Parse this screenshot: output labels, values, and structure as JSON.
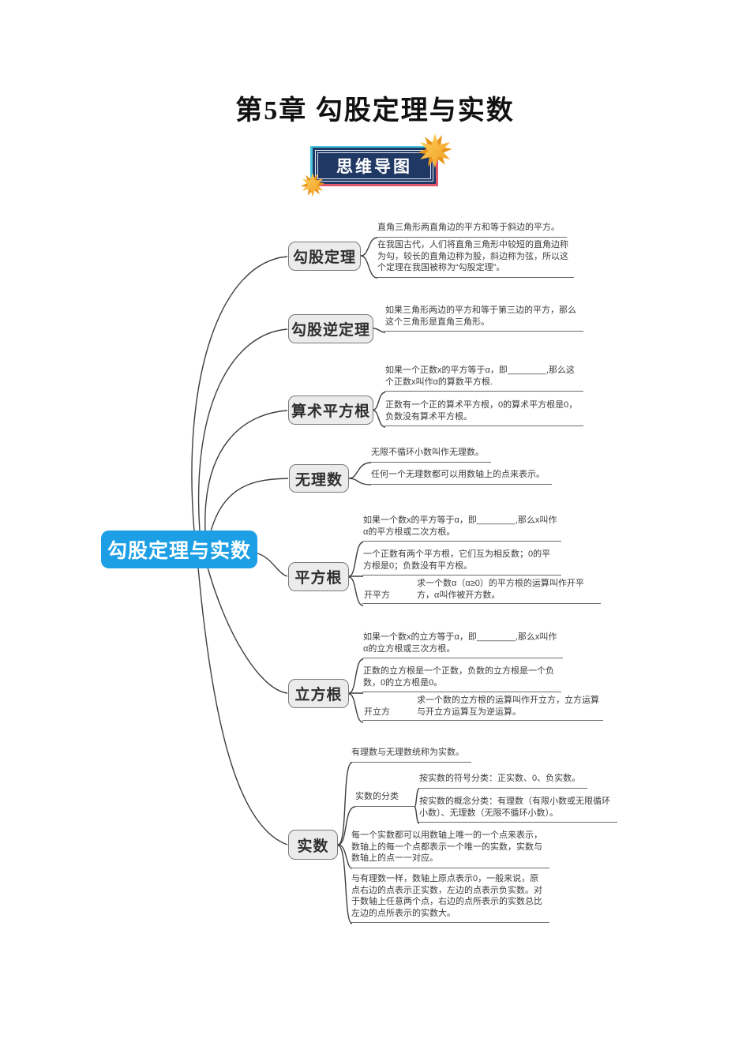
{
  "page": {
    "title": "第5章 勾股定理与实数",
    "badge_label": "思维导图"
  },
  "colors": {
    "root_fill": "#1C9FE5",
    "branch_fill": "#EBEBEB",
    "branch_border": "#7A7A7A",
    "connector": "#3F3F3F",
    "badge_navy": "#1F3864",
    "badge_accent_pink": "#E0566B",
    "badge_accent_cyan": "#49C7DF",
    "star_gold": "#F7B733"
  },
  "root": {
    "label": "勾股定理与实数"
  },
  "branches": [
    {
      "label": "勾股定理",
      "leaves": [
        "直角三角形两直角边的平方和等于斜边的平方。",
        "在我国古代，人们将直角三角形中较短的直角边称为勾，较长的直角边称为股，斜边称为弦，所以这个定理在我国被称为“勾股定理”。"
      ]
    },
    {
      "label": "勾股逆定理",
      "leaves": [
        "如果三角形两边的平方和等于第三边的平方，那么这个三角形是直角三角形。"
      ]
    },
    {
      "label": "算术平方根",
      "leaves": [
        "如果一个正数x的平方等于α，即________,那么这个正数x叫作α的算数平方根.",
        "正数有一个正的算术平方根，0的算术平方根是0，负数没有算术平方根。"
      ]
    },
    {
      "label": "无理数",
      "leaves": [
        "无限不循环小数叫作无理数。",
        "任何一个无理数都可以用数轴上的点来表示。"
      ]
    },
    {
      "label": "平方根",
      "leaves": [
        "如果一个数x的平方等于α，即________,那么x叫作α的平方根或二次方根。",
        "一个正数有两个平方根，它们互为相反数；0的平方根是0；负数没有平方根。"
      ],
      "sub": {
        "label": "开平方",
        "text": "求一个数α（α≥0）的平方根的运算叫作开平方，α叫作被开方数。"
      }
    },
    {
      "label": "立方根",
      "leaves": [
        "如果一个数x的立方等于α，即________,那么x叫作α的立方根或三次方根。",
        "正数的立方根是一个正数，负数的立方根是一个负数，0的立方根是0。"
      ],
      "sub": {
        "label": "开立方",
        "text": "求一个数的立方根的运算叫作开立方，立方运算与开立方运算互为逆运算。"
      }
    },
    {
      "label": "实数",
      "leaves": [
        "有理数与无理数统称为实数。",
        "每一个实数都可以用数轴上唯一的一个点来表示，数轴上的每一个点都表示一个唯一的实数，实数与数轴上的点一一对应。",
        "与有理数一样，数轴上原点表示0，一般来说，原点右边的点表示正实数，左边的点表示负实数。对于数轴上任意两个点，右边的点所表示的实数总比左边的点所表示的实数大。"
      ],
      "sub": {
        "label": "实数的分类",
        "children": [
          "按实数的符号分类：正实数、0、负实数。",
          "按实数的概念分类：有理数（有限小数或无限循环小数）、无理数（无限不循环小数）。"
        ]
      }
    }
  ]
}
